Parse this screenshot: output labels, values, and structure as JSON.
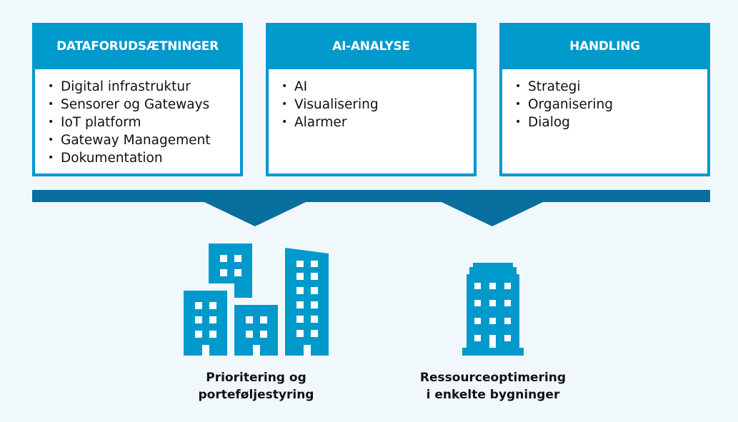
{
  "colors": {
    "header_blue": "#0099cc",
    "connector_blue": "#086e9e",
    "building_blue": "#0099cc",
    "background": "#f1f8fc"
  },
  "boxes": [
    {
      "title": "DATAFORUDSÆTNINGER",
      "items": [
        "Digital infrastruktur",
        "Sensorer og Gateways",
        "IoT platform",
        "Gateway Management",
        "Dokumentation"
      ]
    },
    {
      "title": "AI-ANALYSE",
      "items": [
        "AI",
        "Visualisering",
        "Alarmer"
      ]
    },
    {
      "title": "HANDLING",
      "items": [
        "Strategi",
        "Organisering",
        "Dialog"
      ]
    }
  ],
  "bullet": "•",
  "outcomes": [
    {
      "icon": "office-buildings-icon",
      "line1": "Prioritering og",
      "line2": "porteføljestyring"
    },
    {
      "icon": "single-building-icon",
      "line1": "Ressourceoptimering",
      "line2": "i enkelte bygninger"
    }
  ]
}
